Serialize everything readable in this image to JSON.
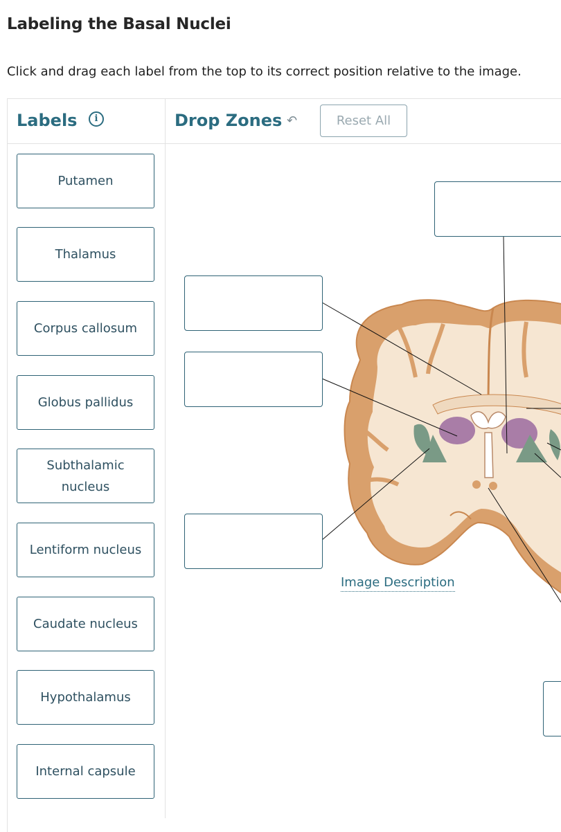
{
  "page": {
    "title": "Labeling the Basal Nuclei",
    "instructions": "Click and drag each label from the top to its correct position relative to the image."
  },
  "labels_panel": {
    "heading": "Labels",
    "info_icon": "info-icon",
    "items": [
      "Putamen",
      "Thalamus",
      "Corpus callosum",
      "Globus pallidus",
      "Subthalamic nucleus",
      "Lentiform nucleus",
      "Caudate nucleus",
      "Hypothalamus",
      "Internal capsule"
    ]
  },
  "drop_zones_panel": {
    "heading": "Drop Zones",
    "undo_icon": "undo-icon",
    "reset_label": "Reset All",
    "image_description_link": "Image Description"
  },
  "colors": {
    "accent": "#2b6c80",
    "border": "#2e6275",
    "brain_cortex": "#d9a06c",
    "white_matter": "#f6e6d2",
    "putamen_purple": "#9b6aa0",
    "globus_pallidus_green": "#7a9a86"
  }
}
